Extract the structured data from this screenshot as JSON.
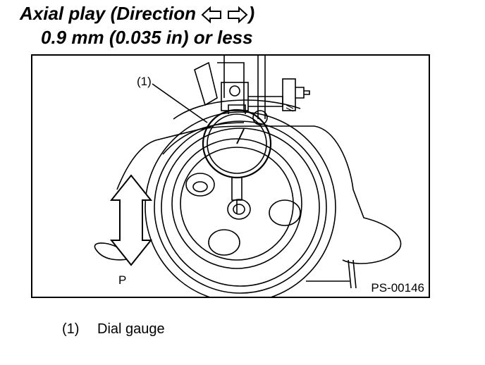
{
  "title": {
    "line1_prefix": "Axial play (Direction",
    "line1_suffix": ")",
    "line2": "0.9 mm (0.035 in) or less"
  },
  "figure": {
    "callout": "(1)",
    "arrow_label": "P",
    "code": "PS-00146"
  },
  "legend": [
    {
      "number": "(1)",
      "text": "Dial gauge"
    }
  ]
}
